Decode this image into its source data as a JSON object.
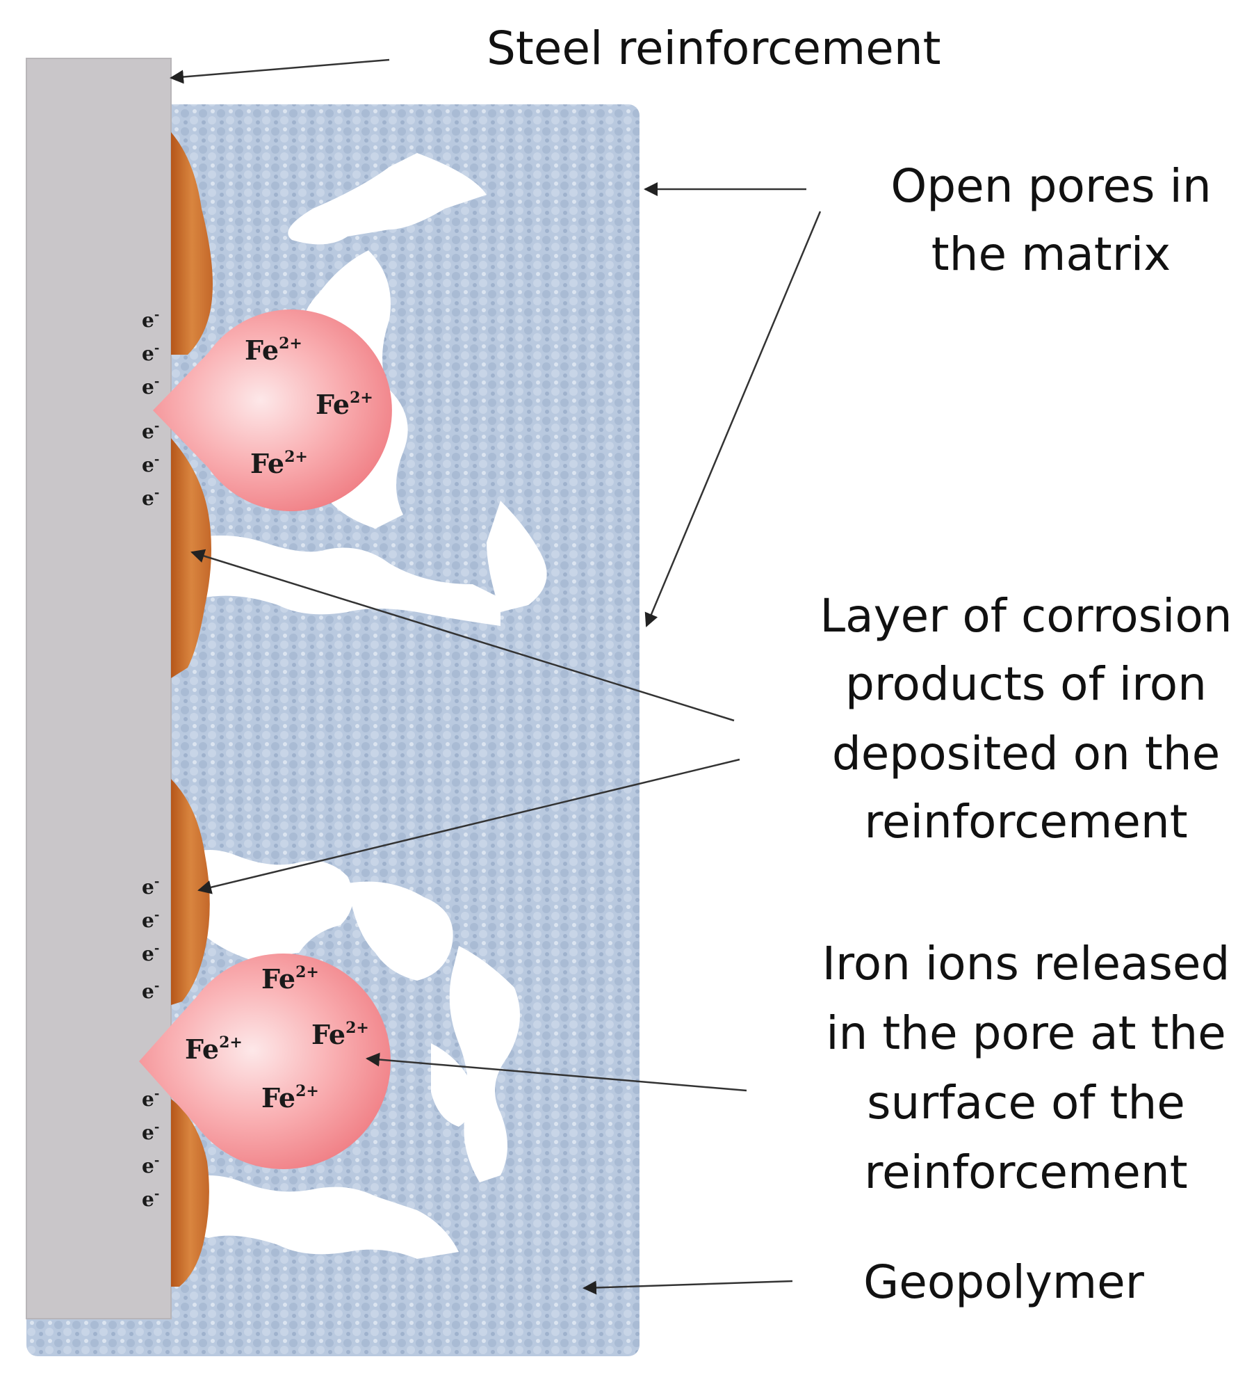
{
  "labels": {
    "steel": "Steel reinforcement",
    "pores": [
      "Open pores in",
      "the matrix"
    ],
    "corrosion": [
      "Layer of corrosion",
      "products of iron",
      "deposited on the",
      "reinforcement"
    ],
    "ions": [
      "Iron ions released",
      "in the pore at the",
      "surface of the",
      "reinforcement"
    ],
    "geopolymer": "Geopolymer"
  },
  "ion_symbol": "Fe",
  "ion_charge": "2+",
  "electron_symbol": "e",
  "electron_charge": "-",
  "colors": {
    "steel": "#c9c6c9",
    "matrix": "#b8c8de",
    "corrosion": "#c8702a",
    "pore_droplet": "#f48a8e"
  }
}
